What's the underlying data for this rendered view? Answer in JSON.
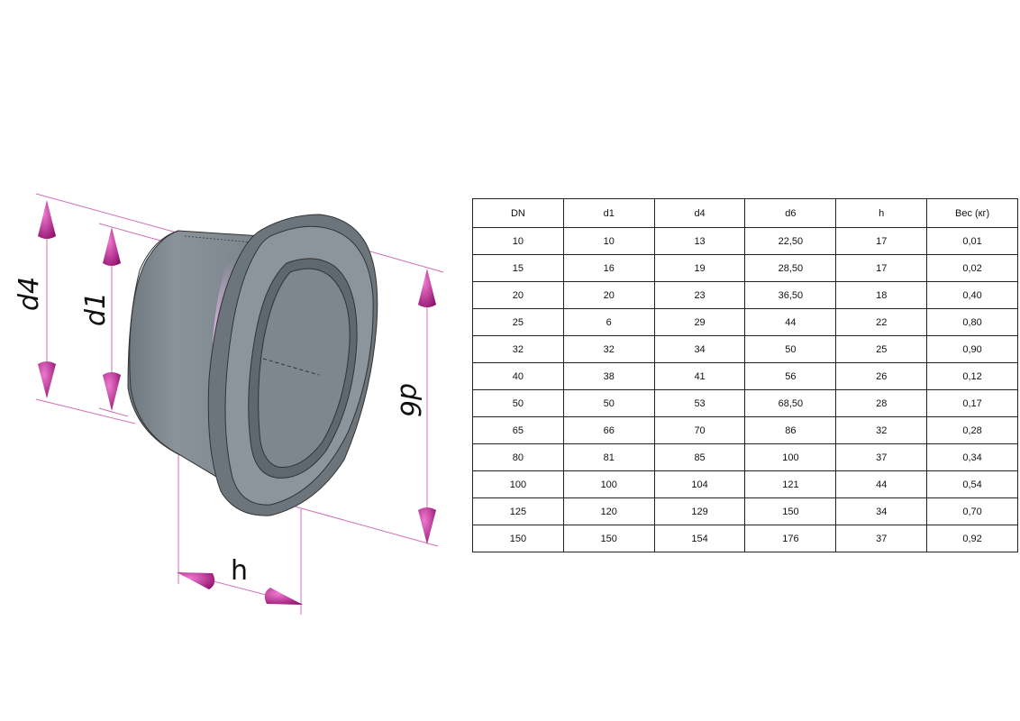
{
  "dimensions": {
    "d4": "d4",
    "d1": "d1",
    "d6": "d6",
    "h": "h"
  },
  "colors": {
    "body": "#7e8890",
    "body_dark": "#5d666d",
    "face": "#8c959c",
    "highlight": "#e2b7e4",
    "dimension": "#c1158c",
    "dim_line": "#d070b8",
    "table_border": "#222222"
  },
  "table": {
    "headers": [
      "DN",
      "d1",
      "d4",
      "d6",
      "h",
      "Вес (кг)"
    ],
    "rows": [
      [
        "10",
        "10",
        "13",
        "22,50",
        "17",
        "0,01"
      ],
      [
        "15",
        "16",
        "19",
        "28,50",
        "17",
        "0,02"
      ],
      [
        "20",
        "20",
        "23",
        "36,50",
        "18",
        "0,40"
      ],
      [
        "25",
        "6",
        "29",
        "44",
        "22",
        "0,80"
      ],
      [
        "32",
        "32",
        "34",
        "50",
        "25",
        "0,90"
      ],
      [
        "40",
        "38",
        "41",
        "56",
        "26",
        "0,12"
      ],
      [
        "50",
        "50",
        "53",
        "68,50",
        "28",
        "0,17"
      ],
      [
        "65",
        "66",
        "70",
        "86",
        "32",
        "0,28"
      ],
      [
        "80",
        "81",
        "85",
        "100",
        "37",
        "0,34"
      ],
      [
        "100",
        "100",
        "104",
        "121",
        "44",
        "0,54"
      ],
      [
        "125",
        "120",
        "129",
        "150",
        "34",
        "0,70"
      ],
      [
        "150",
        "150",
        "154",
        "176",
        "37",
        "0,92"
      ]
    ]
  }
}
